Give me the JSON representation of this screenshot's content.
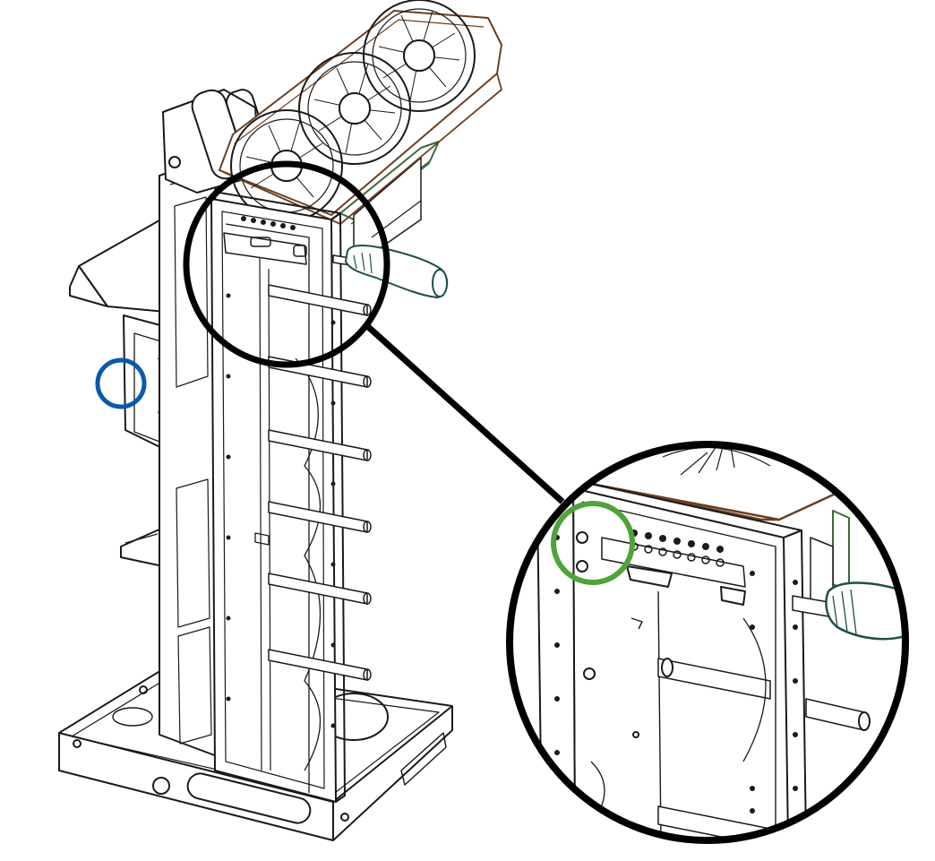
{
  "diagram": {
    "kind": "technical-assembly-drawing",
    "labels": [],
    "colors": {
      "line": "#1a1a1a",
      "gpu_shroud": "#6b3f22",
      "pcb": "#3a6b35",
      "screwdriver": "#1f4f4a",
      "callout_circle": "#000000",
      "marker_blue": "#0a5aa8",
      "marker_green": "#4fa33a",
      "background": "#ffffff"
    },
    "components": [
      "graphics-card-with-three-fans",
      "vertical-tower-frame",
      "base-tray",
      "side-bracket",
      "screwdriver",
      "detail-magnifier"
    ]
  }
}
